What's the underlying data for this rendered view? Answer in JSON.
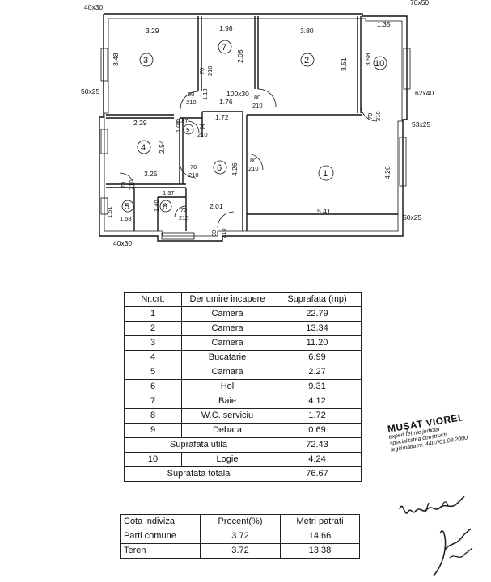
{
  "plan": {
    "dims": {
      "d_4030_top": "40x30",
      "d_7050": "70x50",
      "d_329": "3.29",
      "d_348": "3.48",
      "d_198": "1.98",
      "d_208": "2.08",
      "d_380": "3.80",
      "d_351": "3.51",
      "d_135": "1.35",
      "d_358": "3.58",
      "d_5025_left": "50x25",
      "d_6240": "62x40",
      "d_80a": "80",
      "d_210a": "210",
      "d_113": "1.13",
      "d_70a": "70",
      "d_210b": "210",
      "d_10030": "100x30",
      "d_176": "1.76",
      "d_80b": "80",
      "d_210c": "210",
      "d_70b": "70",
      "d_210d": "210",
      "d_5325": "53x25",
      "d_229": "2.29",
      "d_087": "0.87",
      "d_100": "1.00",
      "d_70c": "70",
      "d_210e": "210",
      "d_172": "1.72",
      "d_254": "2.54",
      "d_80c": "80",
      "d_210f": "210",
      "d_426a": "4.26",
      "d_426b": "4.26",
      "d_70d": "70",
      "d_210g": "210",
      "d_325": "3.25",
      "d_70e": "70",
      "d_210h": "210",
      "d_137": "1.37",
      "d_151": "1.51",
      "d_158": "1.58",
      "d_140": "1.40",
      "d_70f": "70",
      "d_210i": "210",
      "d_201": "2.01",
      "d_541": "5.41",
      "d_5025_right": "50x25",
      "d_90": "90",
      "d_210j": "210",
      "d_4030_bot": "40x30"
    },
    "rooms": [
      "1",
      "2",
      "3",
      "4",
      "5",
      "6",
      "7",
      "8",
      "9",
      "10"
    ]
  },
  "rooms_table": {
    "headers": [
      "Nr.crt.",
      "Denumire incapere",
      "Suprafata (mp)"
    ],
    "rows": [
      {
        "nr": "1",
        "name": "Camera",
        "area": "22.79"
      },
      {
        "nr": "2",
        "name": "Camera",
        "area": "13.34"
      },
      {
        "nr": "3",
        "name": "Camera",
        "area": "11.20"
      },
      {
        "nr": "4",
        "name": "Bucatarie",
        "area": "6.99"
      },
      {
        "nr": "5",
        "name": "Camara",
        "area": "2.27"
      },
      {
        "nr": "6",
        "name": "Hol",
        "area": "9.31"
      },
      {
        "nr": "7",
        "name": "Baie",
        "area": "4.12"
      },
      {
        "nr": "8",
        "name": "W.C. serviciu",
        "area": "1.72"
      },
      {
        "nr": "9",
        "name": "Debara",
        "area": "0.69"
      }
    ],
    "useful_label": "Suprafata utila",
    "useful_value": "72.43",
    "logia": {
      "nr": "10",
      "name": "Logie",
      "area": "4.24"
    },
    "total_label": "Suprafata totala",
    "total_value": "76.67"
  },
  "quota_table": {
    "headers": [
      "Cota indiviza",
      "Procent(%)",
      "Metri patrati"
    ],
    "rows": [
      {
        "label": "Parti comune",
        "pct": "3.72",
        "mp": "14.66"
      },
      {
        "label": "Teren",
        "pct": "3.72",
        "mp": "13.38"
      }
    ]
  },
  "stamp": {
    "name": "MUŞAT VIOREL",
    "line1": "expert tehnic judiciar",
    "line2": "specialitatea constructii",
    "line3": "legitimatia nr. 4407/01.08.2000"
  }
}
